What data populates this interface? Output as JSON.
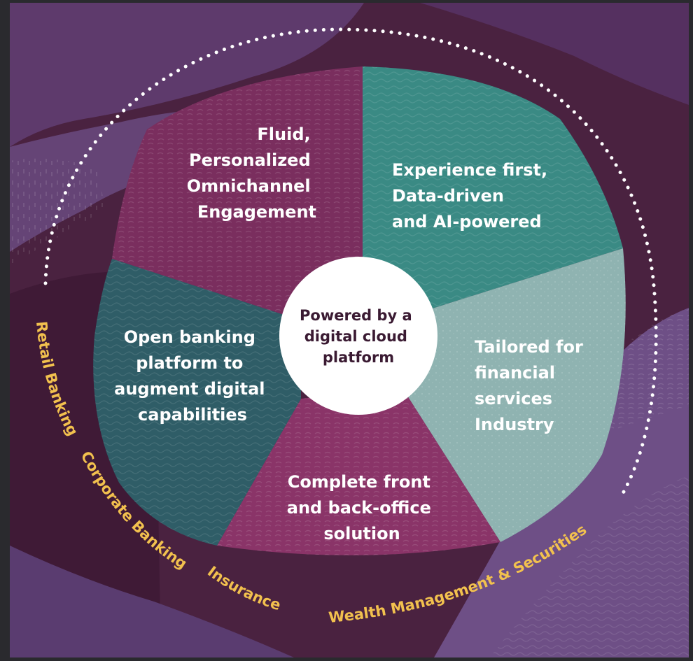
{
  "center": {
    "lines": [
      "Powered by a",
      "digital cloud",
      "platform"
    ]
  },
  "segments": [
    {
      "id": "fluid",
      "lines": [
        "Fluid,",
        "Personalized",
        "Omnichannel",
        "Engagement"
      ]
    },
    {
      "id": "experience",
      "lines": [
        "Experience first,",
        "Data-driven",
        "and AI-powered"
      ]
    },
    {
      "id": "tailored",
      "lines": [
        "Tailored for",
        "financial",
        "services",
        "Industry"
      ]
    },
    {
      "id": "complete",
      "lines": [
        "Complete front",
        "and back-office",
        "solution"
      ]
    },
    {
      "id": "open",
      "lines": [
        "Open banking",
        "platform to",
        "augment digital",
        "capabilities"
      ]
    }
  ],
  "outer_labels": {
    "retail": "Retail Banking",
    "corporate": "Corporate Banking",
    "insurance": "Insurance",
    "wealth": "Wealth Management & Securities"
  },
  "colors": {
    "background": "#4a2240",
    "teal_dark": "#2f5d67",
    "teal": "#3a8a84",
    "teal_light": "#8fb3b1",
    "plum": "#7a2e5e",
    "magenta": "#8a3468",
    "label_gold": "#f2c14e",
    "lavender": "#6e4f86"
  }
}
